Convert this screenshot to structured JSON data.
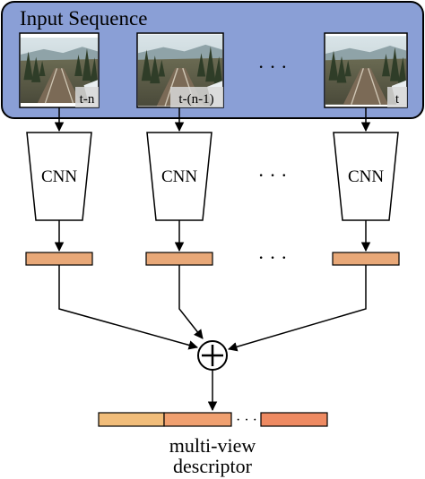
{
  "input_panel": {
    "title": "Input Sequence",
    "fill_color": "#8a9fd6",
    "frames": [
      {
        "label": "t-n"
      },
      {
        "label": "t-(n-1)"
      },
      {
        "label": "t"
      }
    ],
    "ellipsis": "· · ·"
  },
  "encoders": {
    "label": "CNN",
    "ellipsis": "· · ·"
  },
  "features": {
    "color": "#e8a878",
    "ellipsis": "· · ·"
  },
  "fusion": {
    "operator": "+"
  },
  "descriptor": {
    "segment_colors": [
      "#f1bd7a",
      "#f0a070",
      "#ee8a62"
    ],
    "ellipsis": "· · ·",
    "caption_line1": "multi-view",
    "caption_line2": "descriptor"
  }
}
